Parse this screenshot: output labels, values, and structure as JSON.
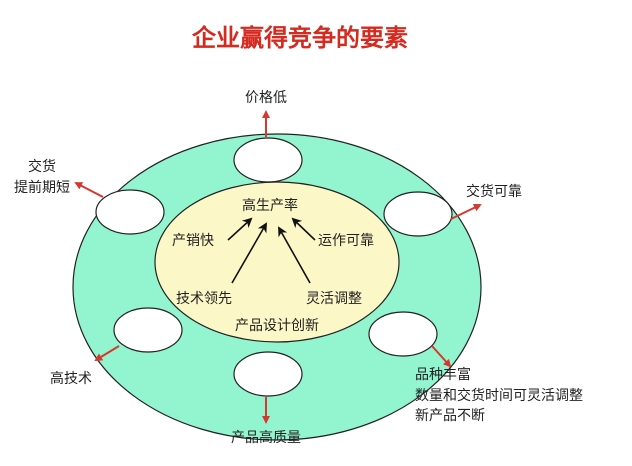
{
  "title": "企业赢得竞争的要素",
  "colors": {
    "title": "#d42a1f",
    "outer_ring": "#93f5cf",
    "inner": "#fbf7c6",
    "arrow_out": "#d6382e"
  },
  "outer_labels": {
    "top": "价格低",
    "upper_left_1": "交货",
    "upper_left_2": "提前期短",
    "upper_right": "交货可靠",
    "lower_left": "高技术",
    "lower_right_1": "品种丰富",
    "lower_right_2": "数量和交货时间可灵活调整",
    "lower_right_3": "新产品不断",
    "bottom": "产品高质量"
  },
  "inner_labels": {
    "center": "高生产率",
    "left_top": "产销快",
    "right_top": "运作可靠",
    "left_bottom": "技术领先",
    "right_bottom": "灵活调整",
    "bottom": "产品设计创新"
  }
}
